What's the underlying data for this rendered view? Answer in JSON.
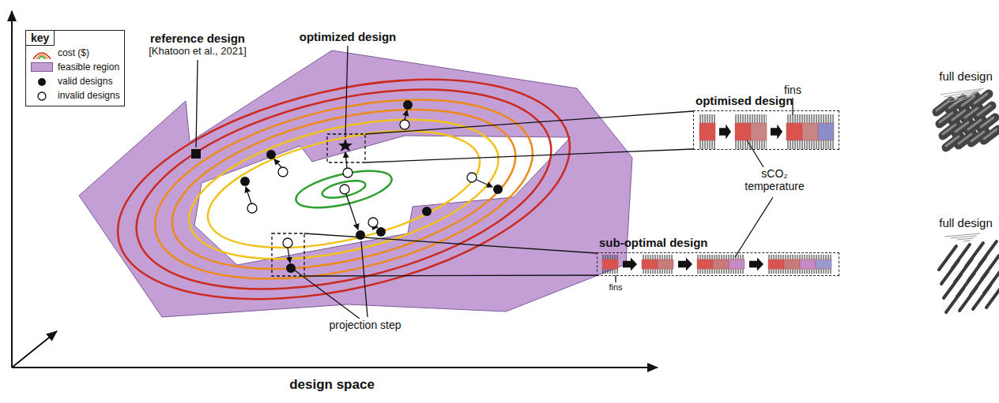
{
  "diagram": {
    "nodes": [
      {
        "text": [
          "optimised design"
        ]
      },
      {
        "text": [
          "sub-optimal design"
        ]
      }
    ],
    "labels": [
      "key",
      "reference design",
      "[Khatoon et al., 2021]",
      "optimized design",
      "fins",
      "full design",
      "sCO₂ temperature",
      "fins",
      "full design",
      "projection step",
      "design space"
    ],
    "legend": [
      {
        "text": "cost ($)"
      },
      {
        "text": "feasible region",
        "color": "#c39fd6"
      },
      {
        "text": "valid designs"
      },
      {
        "text": "invalid designs"
      }
    ]
  }
}
